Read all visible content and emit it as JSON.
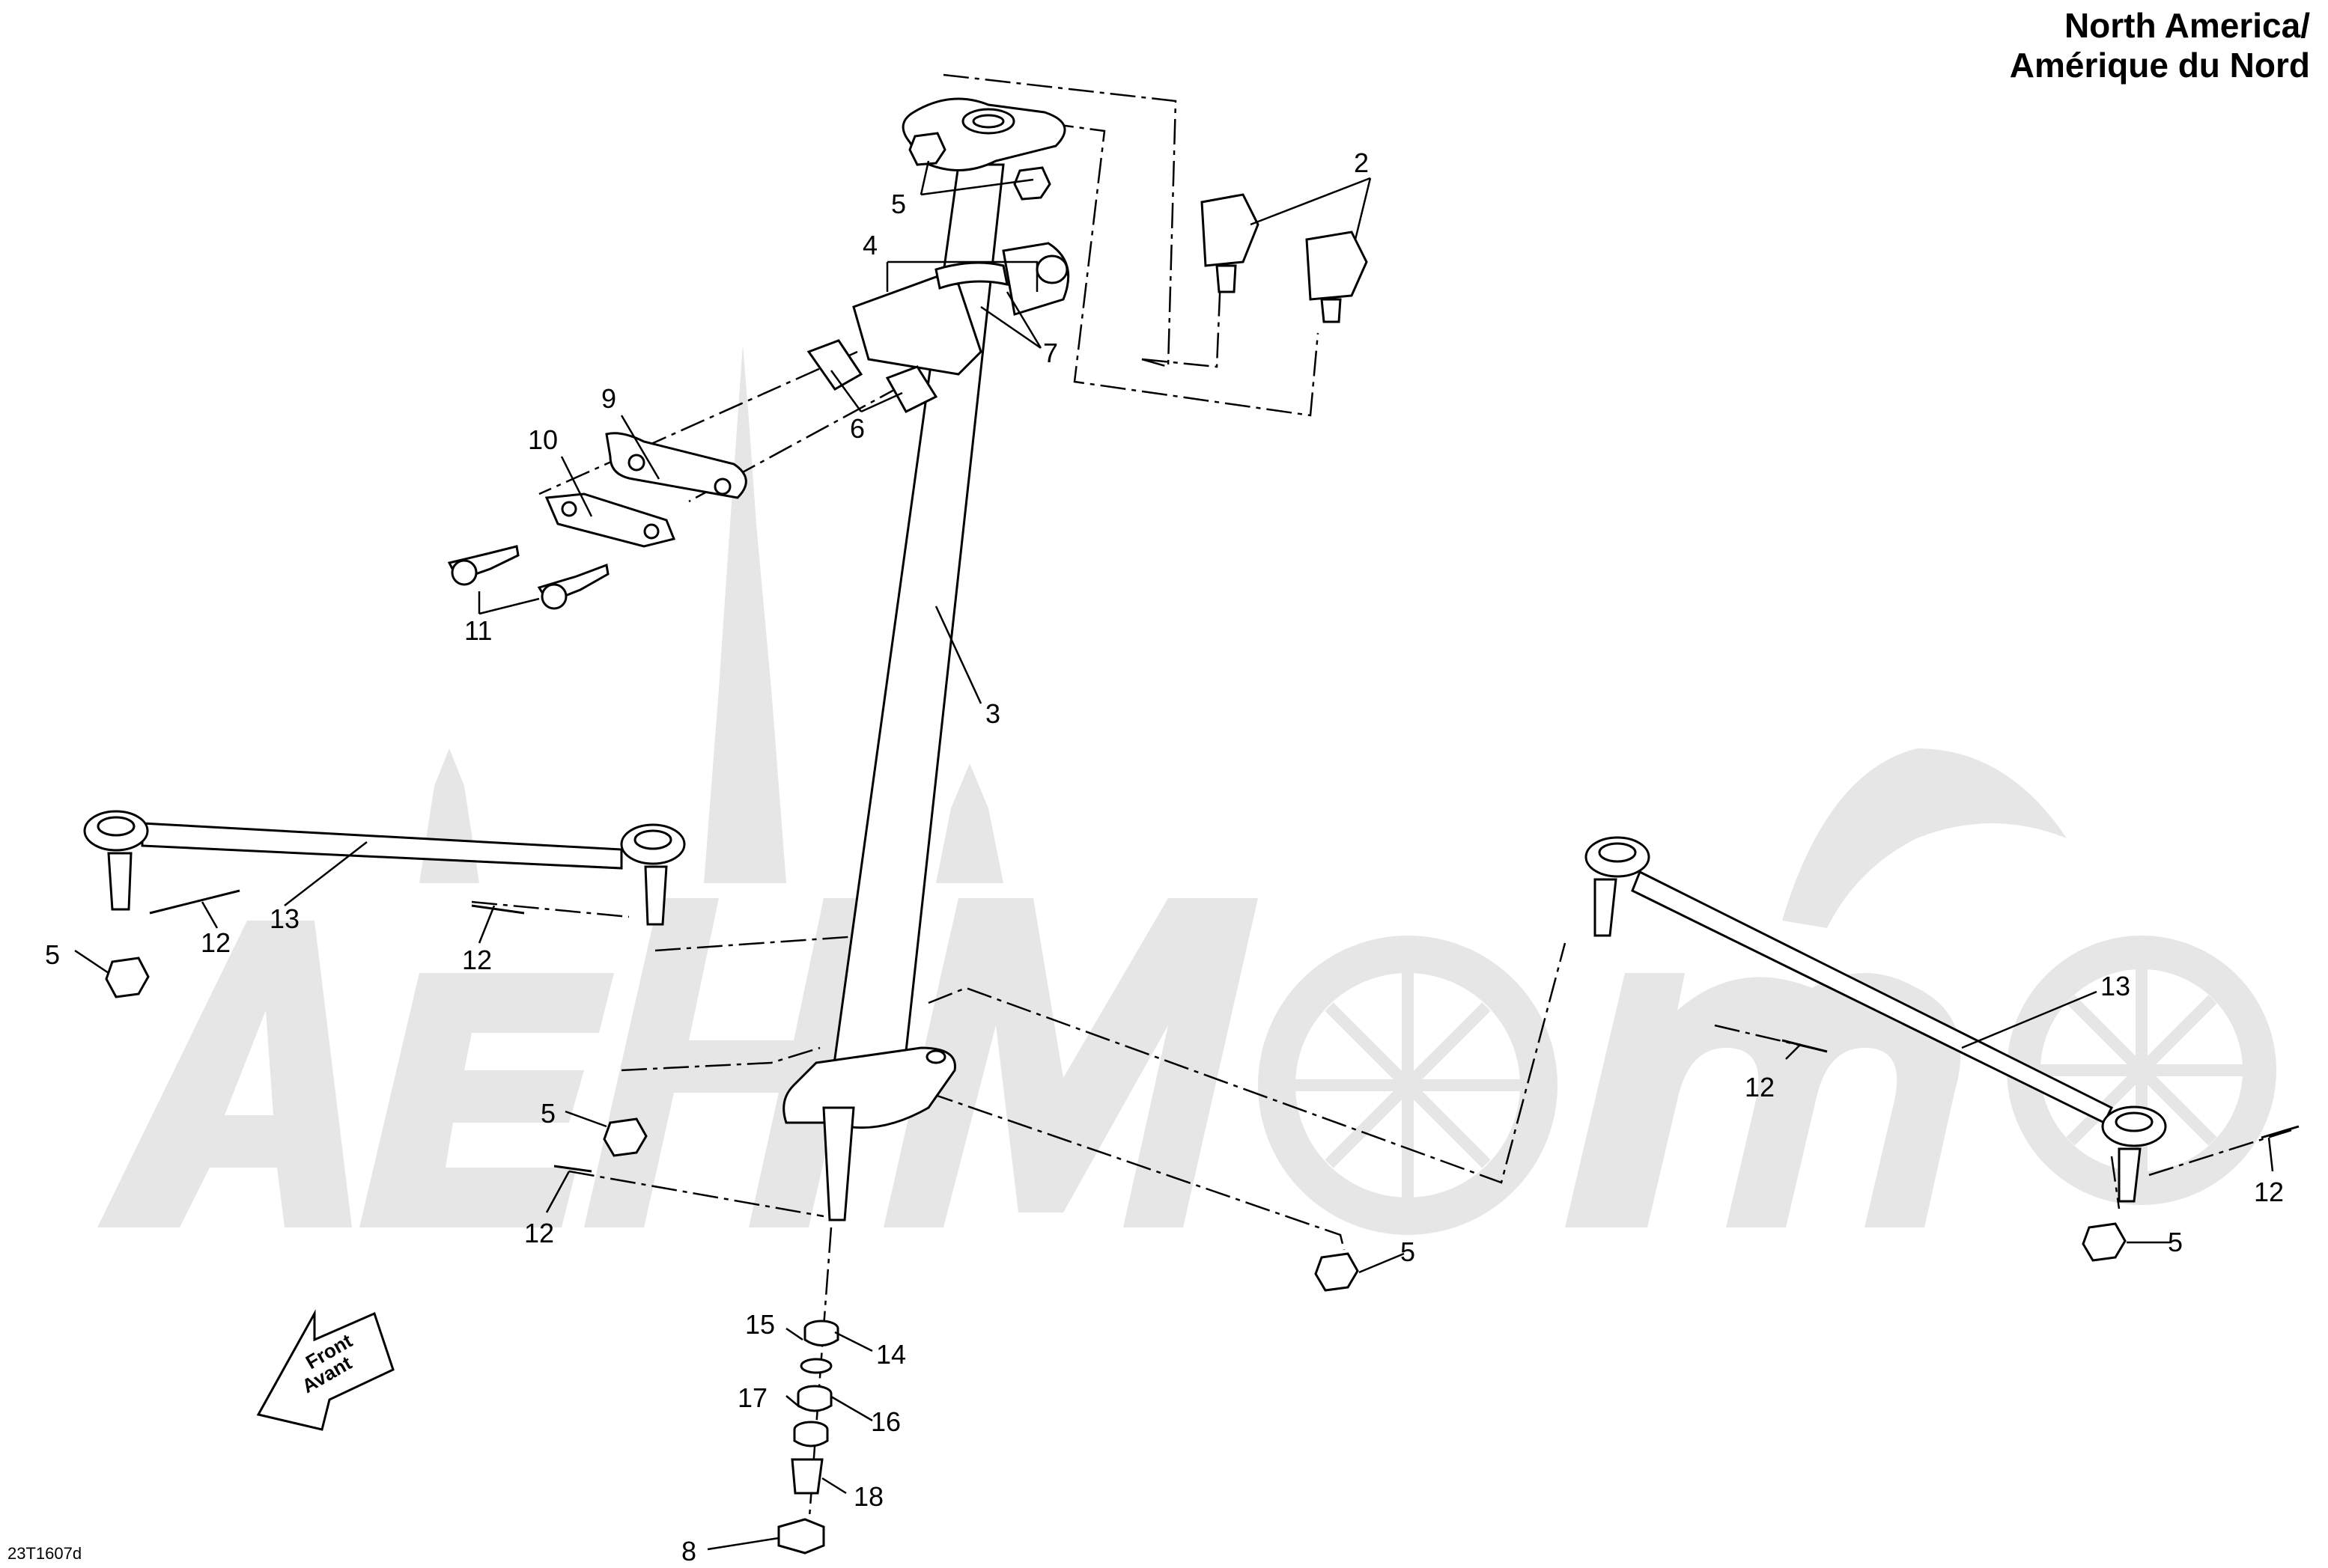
{
  "header": {
    "region_en": "North America/",
    "region_fr": "Amérique du Nord"
  },
  "drawing_code": "23T1607d",
  "front_arrow": {
    "line1": "Front",
    "line2": "Avant"
  },
  "callouts": [
    {
      "id": "c2",
      "text": "2"
    },
    {
      "id": "c5a",
      "text": "5"
    },
    {
      "id": "c4",
      "text": "4"
    },
    {
      "id": "c7",
      "text": "7"
    },
    {
      "id": "c9",
      "text": "9"
    },
    {
      "id": "c6",
      "text": "6"
    },
    {
      "id": "c10",
      "text": "10"
    },
    {
      "id": "c11",
      "text": "11"
    },
    {
      "id": "c3",
      "text": "3"
    },
    {
      "id": "c13a",
      "text": "13"
    },
    {
      "id": "c12a",
      "text": "12"
    },
    {
      "id": "c12b",
      "text": "12"
    },
    {
      "id": "c5b",
      "text": "5"
    },
    {
      "id": "c5c",
      "text": "5"
    },
    {
      "id": "c12c",
      "text": "12"
    },
    {
      "id": "c5d",
      "text": "5"
    },
    {
      "id": "c13b",
      "text": "13"
    },
    {
      "id": "c12d",
      "text": "12"
    },
    {
      "id": "c12e",
      "text": "12"
    },
    {
      "id": "c5e",
      "text": "5"
    },
    {
      "id": "c15",
      "text": "15"
    },
    {
      "id": "c14",
      "text": "14"
    },
    {
      "id": "c17",
      "text": "17"
    },
    {
      "id": "c16",
      "text": "16"
    },
    {
      "id": "c18",
      "text": "18"
    },
    {
      "id": "c8",
      "text": "8"
    }
  ],
  "colors": {
    "line": "#000000",
    "watermark": "#e4e4e4",
    "background": "#ffffff"
  }
}
